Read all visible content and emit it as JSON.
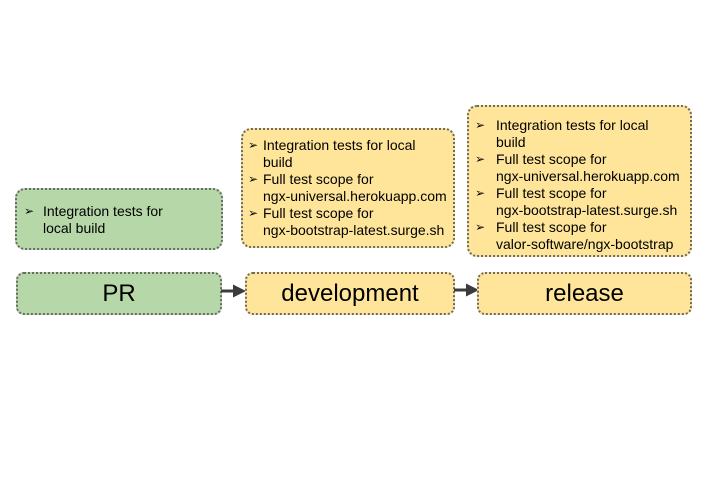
{
  "bullet_glyph": "➢",
  "colors": {
    "green_fill": "#b6d7a8",
    "yellow_fill": "#ffe599",
    "border": "#6a6a6a",
    "arrow": "#3b3b3b",
    "text": "#000000"
  },
  "test_boxes": {
    "pr": {
      "items": [
        "Integration tests for\nlocal build"
      ]
    },
    "development": {
      "items": [
        "Integration tests for local\nbuild",
        "Full test scope for\nngx-universal.herokuapp.com",
        "Full test scope for\nngx-bootstrap-latest.surge.sh"
      ]
    },
    "release": {
      "items": [
        "Integration tests for local\nbuild",
        "Full test scope for\nngx-universal.herokuapp.com",
        "Full test scope for\nngx-bootstrap-latest.surge.sh",
        "Full test scope for\nvalor-software/ngx-bootstrap"
      ]
    }
  },
  "stages": {
    "pr": "PR",
    "development": "development",
    "release": "release"
  }
}
